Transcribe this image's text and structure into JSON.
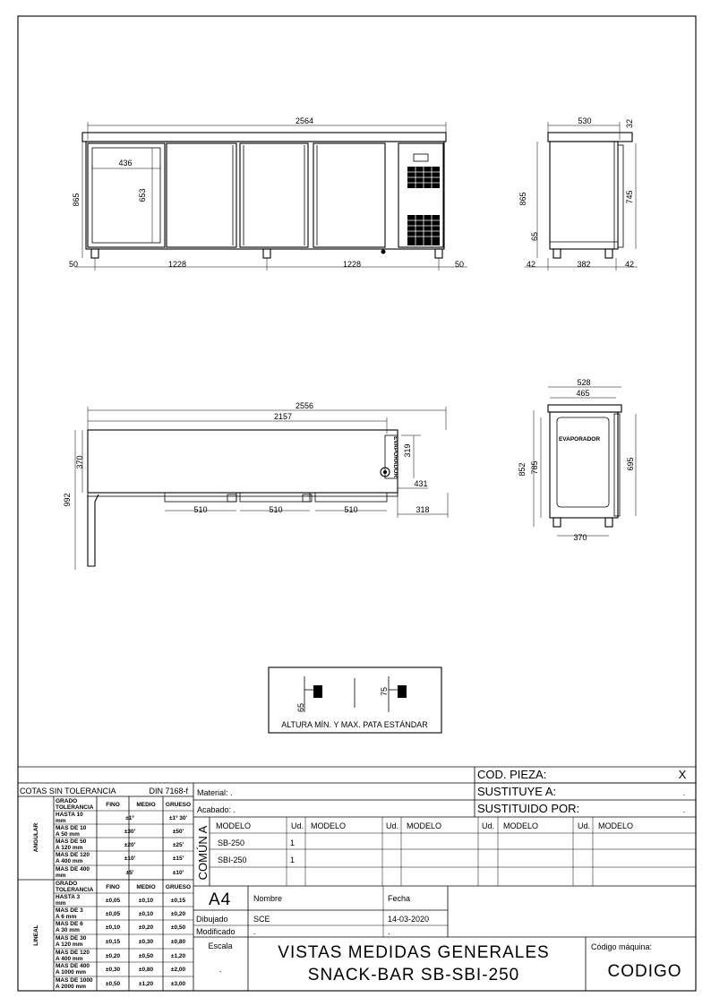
{
  "dims": {
    "front_width": "2564",
    "front_height": "865",
    "glass_width": "436",
    "glass_height": "653",
    "leg_left": "50",
    "leg_right": "50",
    "span_left": "1228",
    "span_right": "1228",
    "side_depth": "530",
    "side_top": "32",
    "side_height": "865",
    "side_inner_height": "745",
    "side_leg": "65",
    "side_bottom_left": "42",
    "side_bottom_mid": "382",
    "side_bottom_right": "42",
    "plan_width": "2556",
    "plan_inner": "2157",
    "plan_left_h": "370",
    "plan_evap_h": "319",
    "plan_drawer_1": "510",
    "plan_drawer_2": "510",
    "plan_drawer_3": "510",
    "plan_right_w": "318",
    "plan_right_h": "431",
    "plan_total_h": "992",
    "plan_evap_label": "EVAPORADOR",
    "sec_outer": "528",
    "sec_inner": "465",
    "sec_height": "852",
    "sec_inner_h": "785",
    "sec_right_h": "695",
    "sec_bottom": "370",
    "sec_evap_label": "EVAPORADOR",
    "leg_min": "65",
    "leg_max": "75",
    "leg_caption": "ALTURA MÍN. Y MAX. PATA ESTÁNDAR"
  },
  "tolerances": {
    "header": "COTAS SIN TOLERANCIA",
    "standard": "DIN 7168-f",
    "angular_label": "ANGULAR",
    "lineal_label": "LINEAL",
    "col_grado": [
      "GRADO",
      "TOLERANCIA"
    ],
    "col_fino": "FINO",
    "col_medio": "MEDIO",
    "col_grueso": "GRUESO",
    "angular_rows": [
      {
        "l1": "HASTA 10",
        "l2": "mm",
        "fino_medio": "±1º",
        "grueso": "±1º 30'"
      },
      {
        "l1": "MAS DE 10",
        "l2": "A 50 mm",
        "fino_medio": "±30'",
        "grueso": "±50'"
      },
      {
        "l1": "MAS DE 50",
        "l2": "A 120 mm",
        "fino_medio": "±20'",
        "grueso": "±25'"
      },
      {
        "l1": "MAS DE 120",
        "l2": "A 400 mm",
        "fino_medio": "±10'",
        "grueso": "±15'"
      },
      {
        "l1": "MAS DE 400",
        "l2": "mm",
        "fino_medio": "±5'",
        "grueso": "±10'"
      }
    ],
    "lineal_rows": [
      {
        "l1": "HASTA 3",
        "l2": "mm",
        "fino": "±0,05",
        "medio": "±0,10",
        "grueso": "±0,15"
      },
      {
        "l1": "MAS DE 3",
        "l2": "A 6 mm",
        "fino": "±0,05",
        "medio": "±0,10",
        "grueso": "±0,20"
      },
      {
        "l1": "MAS DE 6",
        "l2": "A 30 mm",
        "fino": "±0,10",
        "medio": "±0,20",
        "grueso": "±0,50"
      },
      {
        "l1": "MAS DE 30",
        "l2": "A 120 mm",
        "fino": "±0,15",
        "medio": "±0,30",
        "grueso": "±0,80"
      },
      {
        "l1": "MAS DE 120",
        "l2": "A 400 mm",
        "fino": "±0,20",
        "medio": "±0,50",
        "grueso": "±1,20"
      },
      {
        "l1": "MAS DE 400",
        "l2": "A 1000 mm",
        "fino": "±0,30",
        "medio": "±0,80",
        "grueso": "±2,00"
      },
      {
        "l1": "MAS DE 1000",
        "l2": "A 2000 mm",
        "fino": "±0,50",
        "medio": "±1,20",
        "grueso": "±3,00"
      }
    ]
  },
  "titleblock": {
    "material": "Material: .",
    "acabado": "Acabado: .",
    "cod_pieza": "COD. PIEZA:",
    "cod_pieza_value": "X",
    "sustituye": "SUSTITUYE A:",
    "sustituye_value": ".",
    "sustituido": "SUSTITUIDO POR:",
    "sustituido_value": ".",
    "comun_label": "COMÚN A",
    "modelo_header": "MODELO",
    "ud_header": "Ud.",
    "models": [
      {
        "name": "SB-250",
        "ud": "1"
      },
      {
        "name": "SBI-250",
        "ud": "1"
      }
    ],
    "format": "A4",
    "nombre_label": "Nombre",
    "fecha_label": "Fecha",
    "dibujado_label": "Dibujado",
    "dibujado_name": "SCE",
    "dibujado_date": "14-03-2020",
    "modificado_label": "Modificado",
    "modificado_name": ".",
    "modificado_date": ".",
    "escala_label": "Escala",
    "escala_value": ".",
    "title_line1": "VISTAS MEDIDAS GENERALES",
    "title_line2": "SNACK-BAR SB-SBI-250",
    "codigo_label": "Código máquina:",
    "codigo_value": "CODIGO"
  }
}
